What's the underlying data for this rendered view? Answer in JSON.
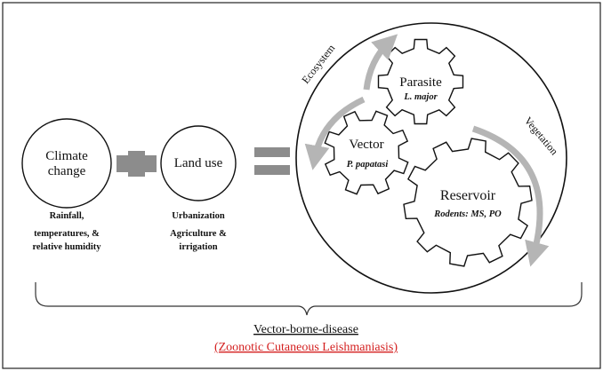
{
  "diagram": {
    "climate": {
      "title_line1": "Climate",
      "title_line2": "change",
      "factors_line1": "Rainfall,",
      "factors_line2": "temperatures, &",
      "factors_line3": "relative humidity"
    },
    "land_use": {
      "title": "Land use",
      "factors_line1": "Urbanization",
      "factors_line2": "Agriculture &",
      "factors_line3": "irrigation"
    },
    "ecosystem_label": "Ecosystem",
    "vegetation_label": "Vegetation",
    "gears": {
      "parasite": {
        "title": "Parasite",
        "species": "L. major"
      },
      "vector": {
        "title": "Vector",
        "species": "P. papatasi"
      },
      "reservoir": {
        "title": "Reservoir",
        "species": "Rodents: MS, PO"
      }
    },
    "footer": {
      "title": "Vector-borne-disease",
      "subtitle": "(Zoonotic Cutaneous Leishmaniasis)"
    },
    "colors": {
      "operator_gray": "#8c8c8c",
      "arrow_gray": "#b5b5b5",
      "highlight_red": "#d42020"
    }
  }
}
